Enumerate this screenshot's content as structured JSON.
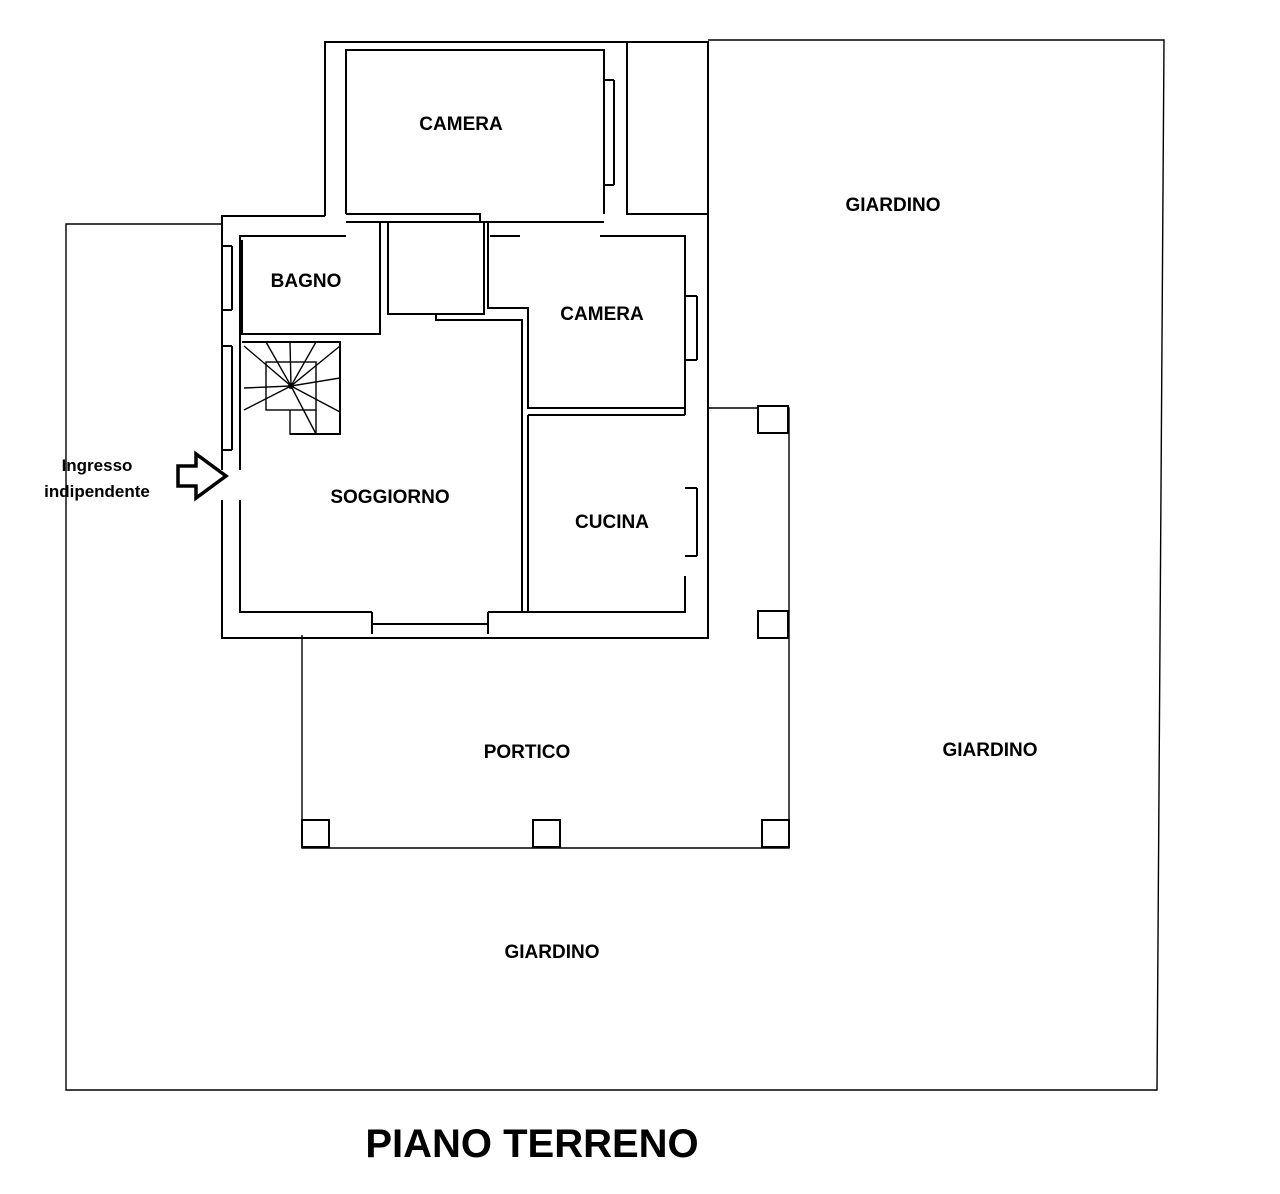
{
  "plan": {
    "title": "PIANO TERRENO",
    "rooms": {
      "camera_top": "CAMERA",
      "bagno": "BAGNO",
      "camera_mid": "CAMERA",
      "soggiorno": "SOGGIORNO",
      "cucina": "CUCINA",
      "portico": "PORTICO",
      "giardino_top": "GIARDINO",
      "giardino_right": "GIARDINO",
      "giardino_bottom": "GIARDINO"
    },
    "entrance": {
      "line1": "Ingresso",
      "line2": "indipendente"
    },
    "icons": {
      "entrance_arrow": "arrow-right-icon",
      "stairs": "spiral-stairs-icon"
    },
    "colors": {
      "ink": "#000000",
      "paper": "#ffffff"
    }
  }
}
